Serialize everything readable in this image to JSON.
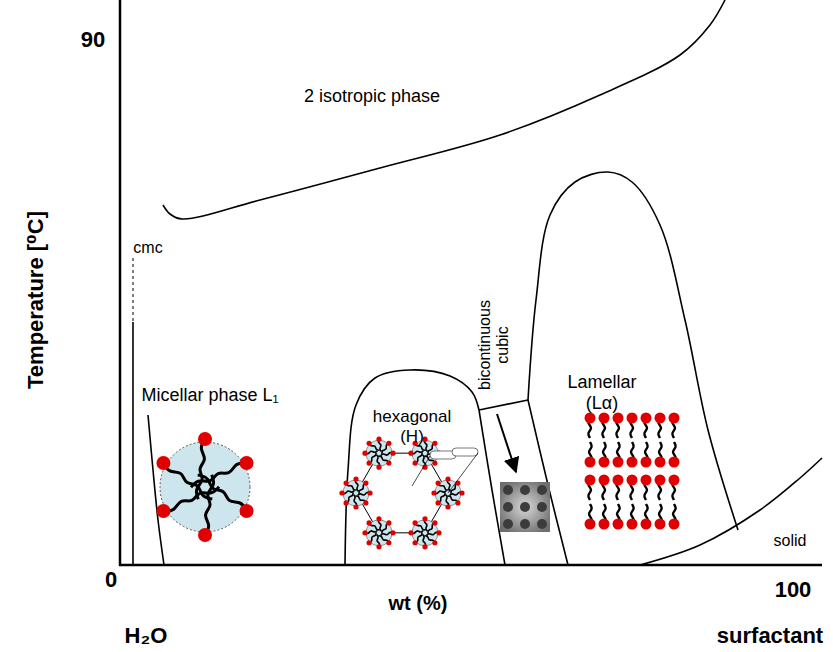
{
  "diagram": {
    "labels": [
      "90",
      "0",
      "100",
      "Temperature [⁰C]",
      "2 isotropic phase",
      "cmc",
      "Micellar phase L₁",
      "hexagonal (H)",
      "bicontinuous cubic",
      "Lamellar (Lα)",
      "solid",
      "wt (%)",
      "H₂O",
      "surfactant"
    ]
  }
}
